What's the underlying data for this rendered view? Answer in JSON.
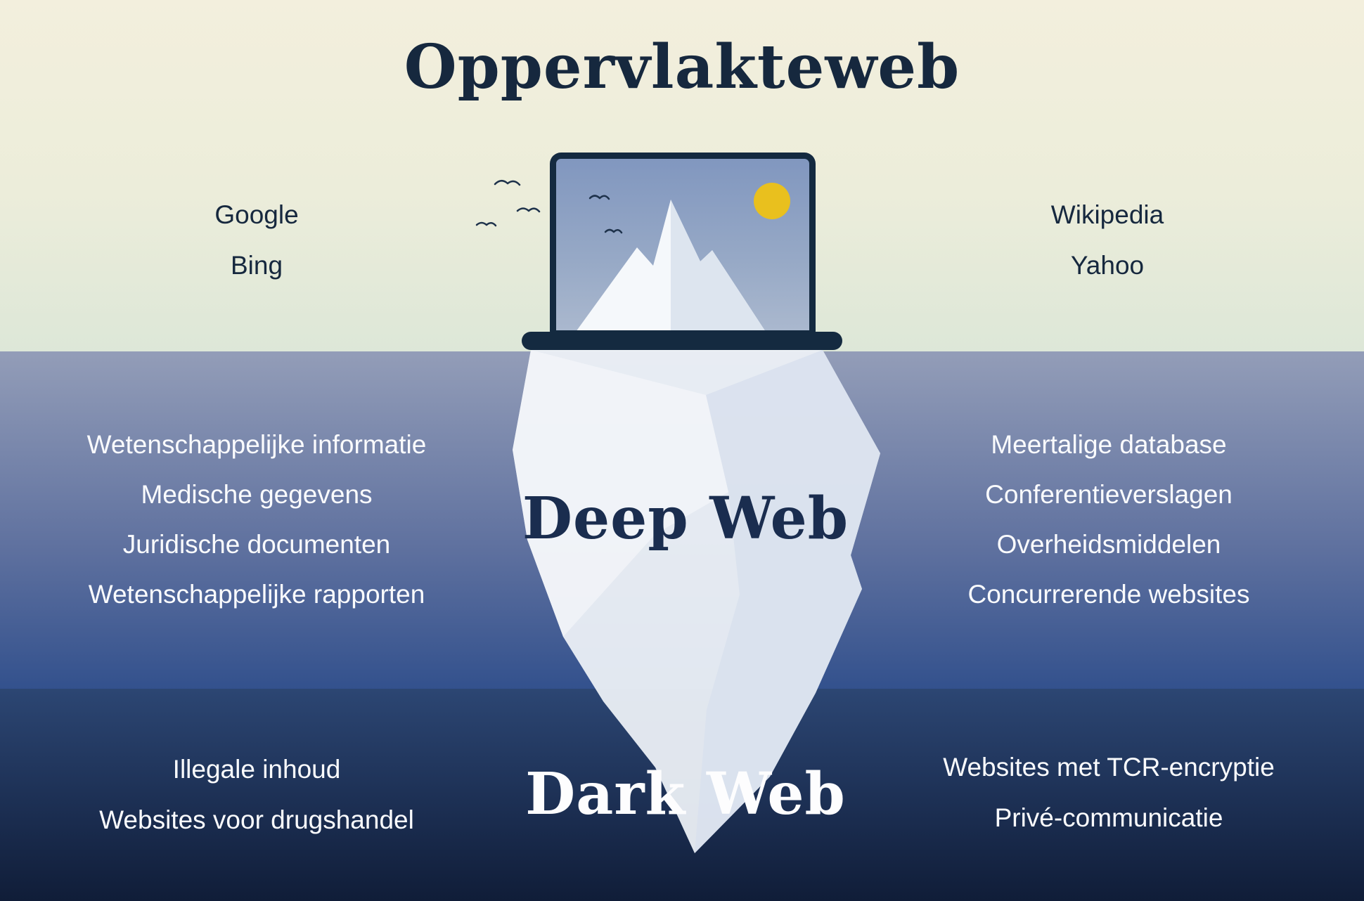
{
  "surface_web": {
    "title": "Oppervlakteweb",
    "left_items": [
      "Google",
      "Bing"
    ],
    "right_items": [
      "Wikipedia",
      "Yahoo"
    ]
  },
  "deep_web": {
    "title": "Deep Web",
    "left_items": [
      "Wetenschappelijke informatie",
      "Medische gegevens",
      "Juridische documenten",
      "Wetenschappelijke rapporten"
    ],
    "right_items": [
      "Meertalige database",
      "Conferentieverslagen",
      "Overheidsmiddelen",
      "Concurrerende websites"
    ]
  },
  "dark_web": {
    "title": "Dark Web",
    "left_items": [
      "Illegale inhoud",
      "Websites voor drugshandel"
    ],
    "right_items": [
      "Websites met TCR-encryptie",
      "Privé-communicatie"
    ]
  },
  "icons": {
    "sun": "yellow-circle",
    "bird": "double-arc-seagull",
    "laptop": "rounded-rect-frame",
    "iceberg": "faceted-polygon"
  },
  "colors": {
    "title_navy": "#16283e",
    "surface_band_top": "#f3efdd",
    "surface_band_bottom": "#dde7d8",
    "deep_band_top": "#939db8",
    "deep_band_bottom": "#33518d",
    "dark_band_top": "#2c4673",
    "dark_band_bottom": "#101d38",
    "iceberg_white": "#edf1f7",
    "sun_yellow": "#e9c01e",
    "text_light": "#fafbfd"
  }
}
